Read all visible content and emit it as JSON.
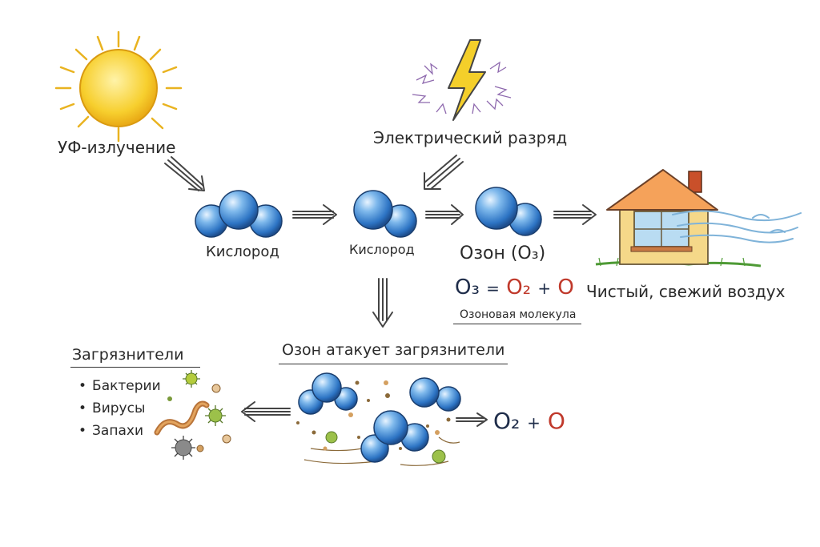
{
  "labels": {
    "uv": "УФ-излучение",
    "discharge": "Электрический разряд",
    "oxygen_left": "Кислород",
    "oxygen_mid": "Кислород",
    "ozone": "Озон (O₃)",
    "clean_air": "Чистый, свежий воздух",
    "ozone_attacks": "Озон атакует загрязнители",
    "ozone_molecule": "Озоновая молекула"
  },
  "equation": {
    "lhs": "O₃",
    "equals": "=",
    "o2": "O₂",
    "plus": "+",
    "o": "O"
  },
  "result_equation": {
    "o2": "O₂",
    "plus": "+",
    "o": "O"
  },
  "pollutants": {
    "title": "Загрязнители",
    "items": [
      "Бактерии",
      "Вирусы",
      "Запахи"
    ]
  },
  "colors": {
    "molecule": "#4a90d9",
    "molecule_dark": "#1e5b9e",
    "sun": "#f5c518",
    "lightning": "#f2c81c",
    "spark": "#7b4fa0",
    "house_wall": "#f5d889",
    "house_roof": "#e07b3a",
    "air": "#7fb3d9",
    "red_text": "#c0392b"
  }
}
